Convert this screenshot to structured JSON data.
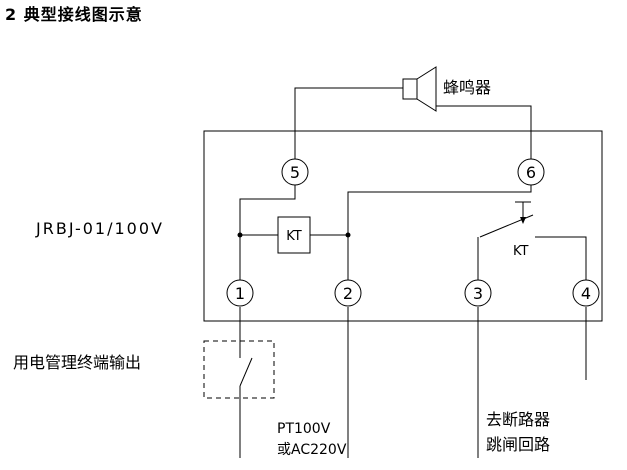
{
  "title": "2 典型接线图示意",
  "device": {
    "model": "JRBJ-01/100V",
    "relay": "KT",
    "contact": "KT",
    "terminals": {
      "t1": "1",
      "t2": "2",
      "t3": "3",
      "t4": "4",
      "t5": "5",
      "t6": "6"
    }
  },
  "buzzer": {
    "label": "蜂鸣器"
  },
  "annotations": {
    "output": "用电管理终端输出",
    "pt_line1": "PT100V",
    "pt_line2": "或AC220V",
    "breaker_line1": "去断路器",
    "breaker_line2": "跳闸回路"
  },
  "colors": {
    "ink": "#000000",
    "background": "#ffffff"
  }
}
